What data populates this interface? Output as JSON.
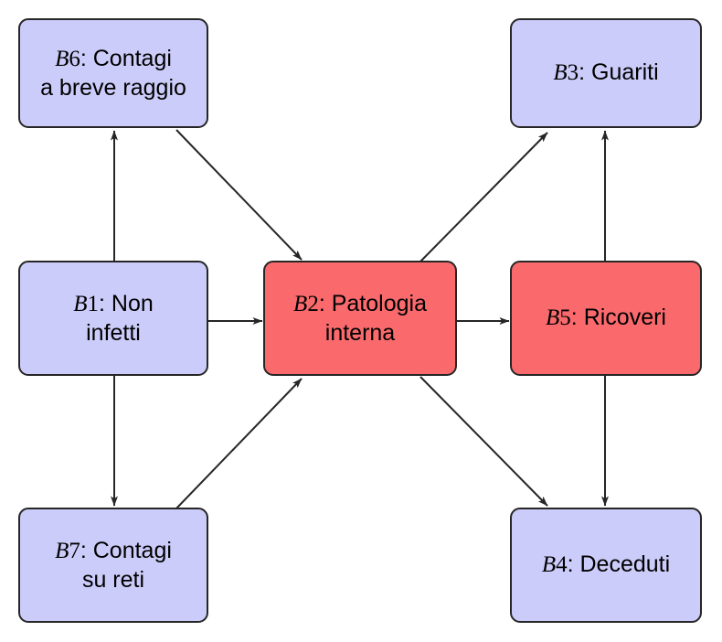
{
  "diagram": {
    "type": "flow-diagram",
    "background_color": "#ffffff",
    "edge_color": "#262626",
    "colors": {
      "blue_fill": "#ccccfa",
      "red_fill": "#fa6a6d",
      "border": "#262626"
    },
    "nodes": [
      {
        "id": "B6",
        "var": "B",
        "num": "6",
        "label": "Contagi\na breve raggio",
        "full_text": "B6: Contagi a breve raggio",
        "fill": "blue"
      },
      {
        "id": "B3",
        "var": "B",
        "num": "3",
        "label": "Guariti",
        "full_text": "B3: Guariti",
        "fill": "blue"
      },
      {
        "id": "B1",
        "var": "B",
        "num": "1",
        "label": "Non\ninfetti",
        "full_text": "B1: Non infetti",
        "fill": "blue"
      },
      {
        "id": "B2",
        "var": "B",
        "num": "2",
        "label": "Patologia\ninterna",
        "full_text": "B2: Patologia interna",
        "fill": "red"
      },
      {
        "id": "B5",
        "var": "B",
        "num": "5",
        "label": "Ricoveri",
        "full_text": "B5: Ricoveri",
        "fill": "red"
      },
      {
        "id": "B7",
        "var": "B",
        "num": "7",
        "label": "Contagi\nsu reti",
        "full_text": "B7: Contagi su reti",
        "fill": "blue"
      },
      {
        "id": "B4",
        "var": "B",
        "num": "4",
        "label": "Deceduti",
        "full_text": "B4: Deceduti",
        "fill": "blue"
      }
    ],
    "edges": [
      {
        "from": "B1",
        "to": "B6",
        "style": "vertical-up"
      },
      {
        "from": "B1",
        "to": "B7",
        "style": "vertical-down"
      },
      {
        "from": "B1",
        "to": "B2",
        "style": "horizontal-right"
      },
      {
        "from": "B6",
        "to": "B2",
        "style": "diagonal-down-right"
      },
      {
        "from": "B7",
        "to": "B2",
        "style": "diagonal-up-right"
      },
      {
        "from": "B2",
        "to": "B3",
        "style": "diagonal-up-right"
      },
      {
        "from": "B2",
        "to": "B4",
        "style": "diagonal-down-right"
      },
      {
        "from": "B2",
        "to": "B5",
        "style": "horizontal-right"
      },
      {
        "from": "B5",
        "to": "B3",
        "style": "vertical-up"
      },
      {
        "from": "B5",
        "to": "B4",
        "style": "vertical-down"
      }
    ]
  }
}
